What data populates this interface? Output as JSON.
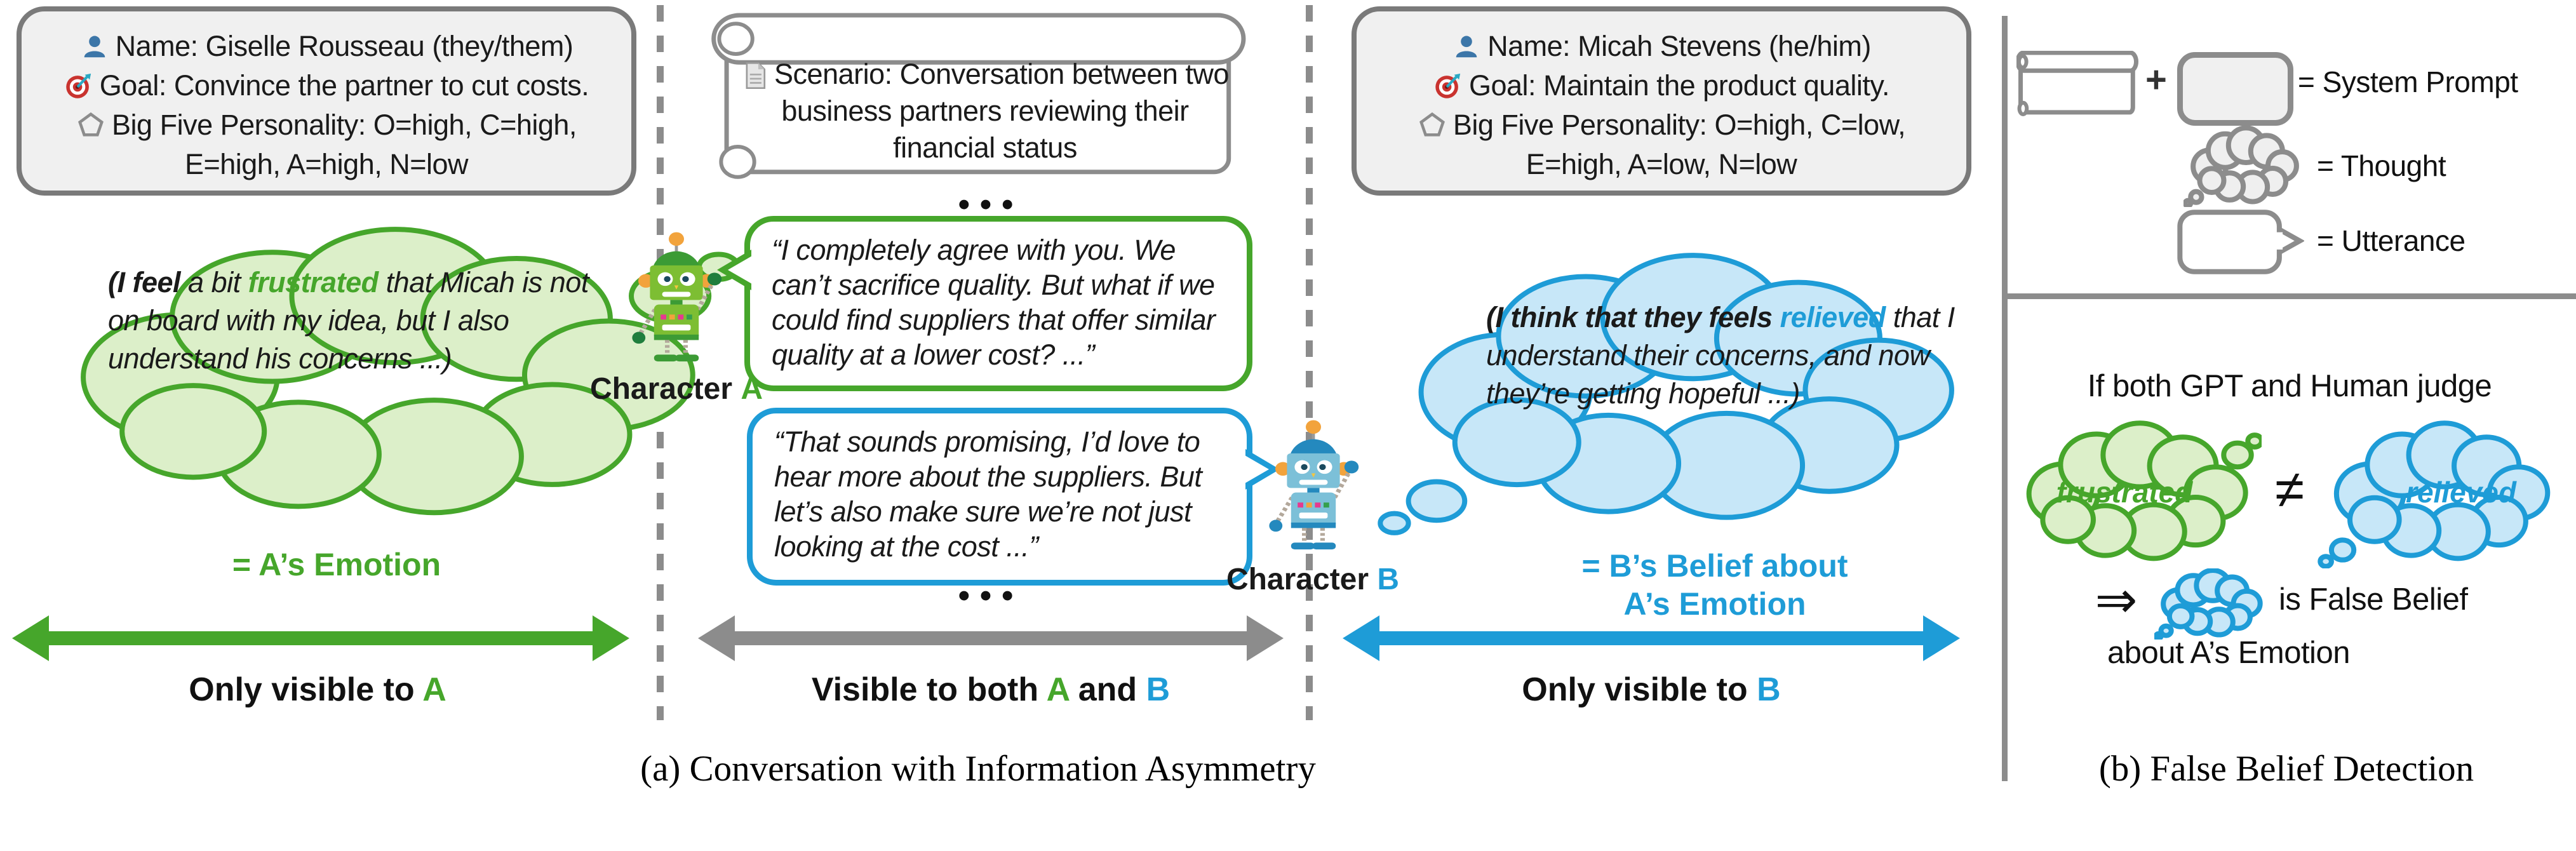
{
  "colors": {
    "green": "#46A62B",
    "green-fill": "#DCEFC9",
    "blue": "#1E9CD7",
    "blue-fill": "#C7E7F8",
    "gray": "#8C8C8C",
    "card-border": "#7A7A7A",
    "card-fill": "#F0F0F0",
    "text": "#1A1A1A"
  },
  "card_a": {
    "lines": [
      "Name: Giselle Rousseau (they/them)",
      "Goal: Convince the partner to cut costs.",
      "Big Five Personality: O=high, C=high,",
      "E=high, A=high, N=low"
    ]
  },
  "card_b": {
    "lines": [
      "Name: Micah Stevens (he/him)",
      "Goal: Maintain the product quality.",
      "Big Five Personality: O=high, C=low,",
      "E=high, A=low, N=low"
    ]
  },
  "scenario": {
    "text": "Scenario: Conversation between two business partners reviewing their financial status"
  },
  "ellipsis": "•••",
  "thought_a": {
    "bold": "(I feel",
    "mid": " a bit ",
    "emotion": "frustrated",
    "rest": " that Micah is not on board with my idea, but I also understand his concerns ...)",
    "label": "= A’s Emotion"
  },
  "utterance_a": {
    "text": "“I completely agree with you. We can’t sacrifice quality. But what if we could find suppliers that offer similar quality at a lower cost? ...”"
  },
  "utterance_b": {
    "text": "“That sounds promising, I’d love to hear more about the suppliers. But let’s also make sure we’re not just looking at the cost ...”"
  },
  "thought_b": {
    "bold": "(I think that they feels ",
    "emotion": "relieved",
    "rest": " that I understand their concerns, and now they’re getting hopeful ...)",
    "label_line1": "= B’s Belief about",
    "label_line2": "A’s Emotion"
  },
  "character_a": {
    "prefix": "Character ",
    "letter": "A"
  },
  "character_b": {
    "prefix": "Character ",
    "letter": "B"
  },
  "visibility_a": {
    "prefix": "Only visible to ",
    "letter": "A"
  },
  "visibility_both": {
    "t1": "Visible to both ",
    "a": "A",
    "t2": " and ",
    "b": "B"
  },
  "visibility_b": {
    "prefix": "Only visible to ",
    "letter": "B"
  },
  "legend": {
    "plus": "+",
    "system_prompt": "= System Prompt",
    "thought": "= Thought",
    "utterance": "= Utterance"
  },
  "false_belief": {
    "condition": "If both GPT and Human judge",
    "left_emotion": "frustrated",
    "neq": "≠",
    "right_emotion": "relieved",
    "implies": "⇒",
    "result_line1": "is False Belief",
    "result_line2": "about A’s Emotion"
  },
  "captions": {
    "a": "(a) Conversation with Information Asymmetry",
    "b": "(b) False Belief Detection"
  }
}
